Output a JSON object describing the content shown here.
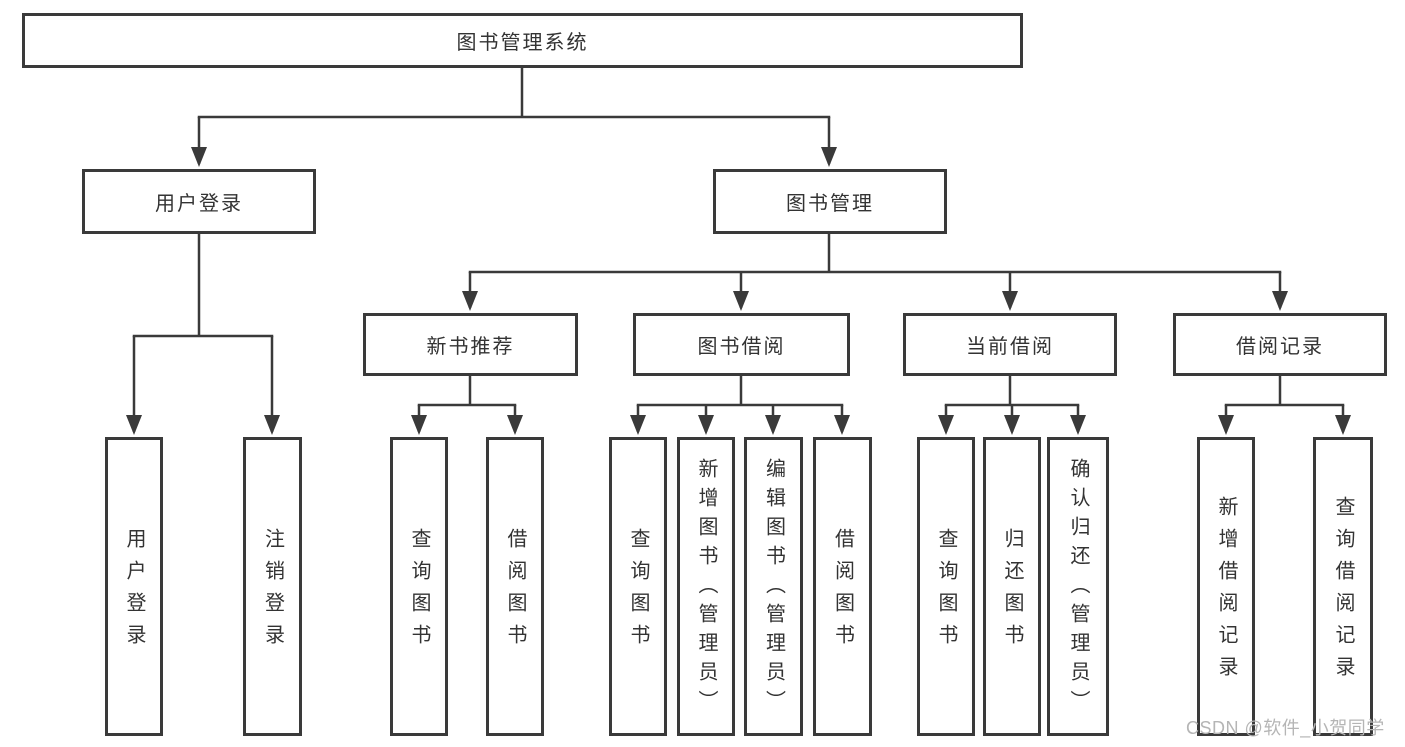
{
  "diagram": {
    "type": "tree",
    "title": "图书管理系统",
    "watermark": "CSDN @软件_小贺同学",
    "colors": {
      "background": "#ffffff",
      "box_border": "#3a3a3a",
      "box_fill": "#ffffff",
      "connector_line": "#3a3a3a",
      "text": "#333333",
      "watermark_text": "#b5b5b5"
    },
    "nodes": {
      "root": {
        "label": "图书管理系统"
      },
      "user_login": {
        "label": "用户登录"
      },
      "book_mgmt": {
        "label": "图书管理"
      },
      "new_book_rec": {
        "label": "新书推荐"
      },
      "book_borrow": {
        "label": "图书借阅"
      },
      "current_borrow": {
        "label": "当前借阅"
      },
      "borrow_records": {
        "label": "借阅记录"
      },
      "user_login_leaf": {
        "label": "用户登录"
      },
      "logout_leaf": {
        "label": "注销登录"
      },
      "rec_query": {
        "label": "查询图书"
      },
      "rec_borrow": {
        "label": "借阅图书"
      },
      "bb_query": {
        "label": "查询图书"
      },
      "bb_add": {
        "label": "新增图书（管理员）"
      },
      "bb_edit": {
        "label": "编辑图书（管理员）"
      },
      "bb_borrow": {
        "label": "借阅图书"
      },
      "cb_query": {
        "label": "查询图书"
      },
      "cb_return": {
        "label": "归还图书"
      },
      "cb_confirm": {
        "label": "确认归还（管理员）"
      },
      "br_add": {
        "label": "新增借阅记录"
      },
      "br_query": {
        "label": "查询借阅记录"
      }
    },
    "edges": [
      [
        "root",
        "user_login"
      ],
      [
        "root",
        "book_mgmt"
      ],
      [
        "user_login",
        "user_login_leaf"
      ],
      [
        "user_login",
        "logout_leaf"
      ],
      [
        "book_mgmt",
        "new_book_rec"
      ],
      [
        "book_mgmt",
        "book_borrow"
      ],
      [
        "book_mgmt",
        "current_borrow"
      ],
      [
        "book_mgmt",
        "borrow_records"
      ],
      [
        "new_book_rec",
        "rec_query"
      ],
      [
        "new_book_rec",
        "rec_borrow"
      ],
      [
        "book_borrow",
        "bb_query"
      ],
      [
        "book_borrow",
        "bb_add"
      ],
      [
        "book_borrow",
        "bb_edit"
      ],
      [
        "book_borrow",
        "bb_borrow"
      ],
      [
        "current_borrow",
        "cb_query"
      ],
      [
        "current_borrow",
        "cb_return"
      ],
      [
        "current_borrow",
        "cb_confirm"
      ],
      [
        "borrow_records",
        "br_add"
      ],
      [
        "borrow_records",
        "br_query"
      ]
    ]
  }
}
